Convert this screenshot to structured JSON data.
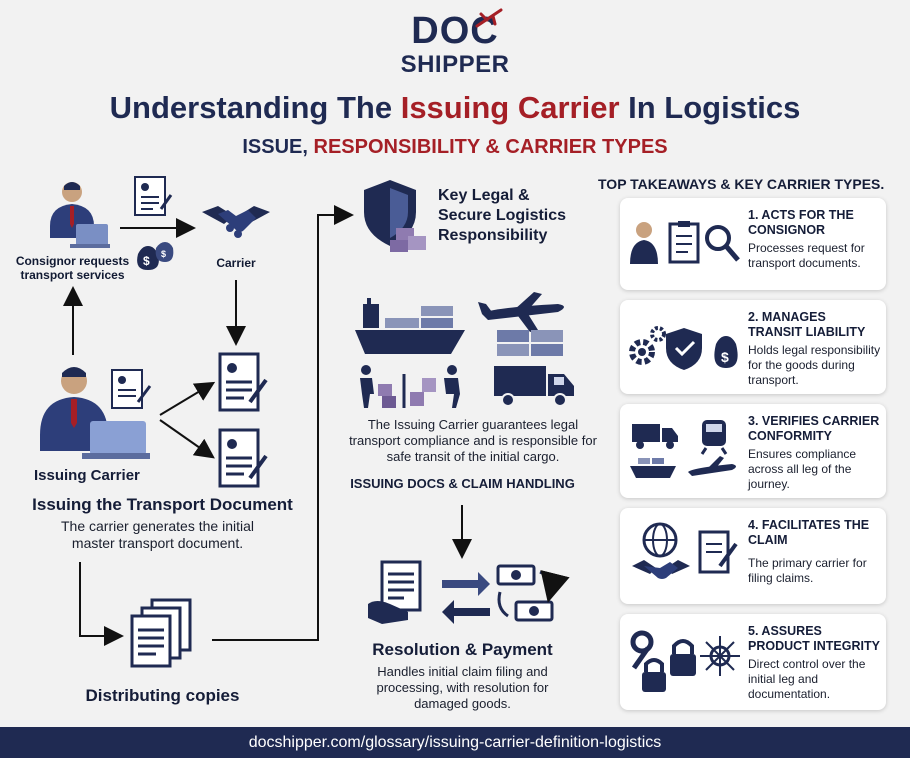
{
  "logo": {
    "top": "DOC",
    "bottom": "SHIPPER"
  },
  "title": {
    "pre": "Understanding The ",
    "highlight": "Issuing Carrier",
    "post": " In Logistics"
  },
  "subtitle": {
    "pre": "ISSUE, ",
    "highlight": "RESPONSIBILITY & CARRIER TYPES"
  },
  "left": {
    "consignor_label": "Consignor requests transport services",
    "carrier_label": "Carrier",
    "issuing_carrier_label": "Issuing Carrier",
    "issuing_heading": "Issuing the Transport Document",
    "issuing_body": "The carrier generates the initial master transport document.",
    "distributing_label": "Distributing copies"
  },
  "center": {
    "legal_heading": "Key Legal & Secure Logistics Responsibility",
    "guarantee_body": "The Issuing Carrier guarantees legal transport compliance and is responsible for safe transit of the initial cargo.",
    "docs_heading": "ISSUING DOCS & CLAIM HANDLING",
    "resolution_heading": "Resolution & Payment",
    "resolution_body": "Handles initial claim filing and processing, with resolution for damaged goods."
  },
  "takeaways": {
    "heading": "TOP TAKEAWAYS & KEY CARRIER TYPES.",
    "items": [
      {
        "title": "1. ACTS FOR THE CONSIGNOR",
        "body": "Processes request for transport documents."
      },
      {
        "title": "2. MANAGES TRANSIT LIABILITY",
        "body": "Holds legal responsibility for the goods during transport."
      },
      {
        "title": "3. VERIFIES CARRIER CONFORMITY",
        "body": "Ensures compliance across all leg of the journey."
      },
      {
        "title": "4. FACILITATES THE CLAIM",
        "body": "The primary carrier for filing claims."
      },
      {
        "title": "5. ASSURES PRODUCT INTEGRITY",
        "body": "Direct control over the initial leg and documentation."
      }
    ]
  },
  "footer": {
    "url": "docshipper.com/glossary/issuing-carrier-definition-logistics"
  },
  "colors": {
    "navy": "#1f2a52",
    "accent_red": "#a51f26",
    "background": "#f2f2f2"
  }
}
